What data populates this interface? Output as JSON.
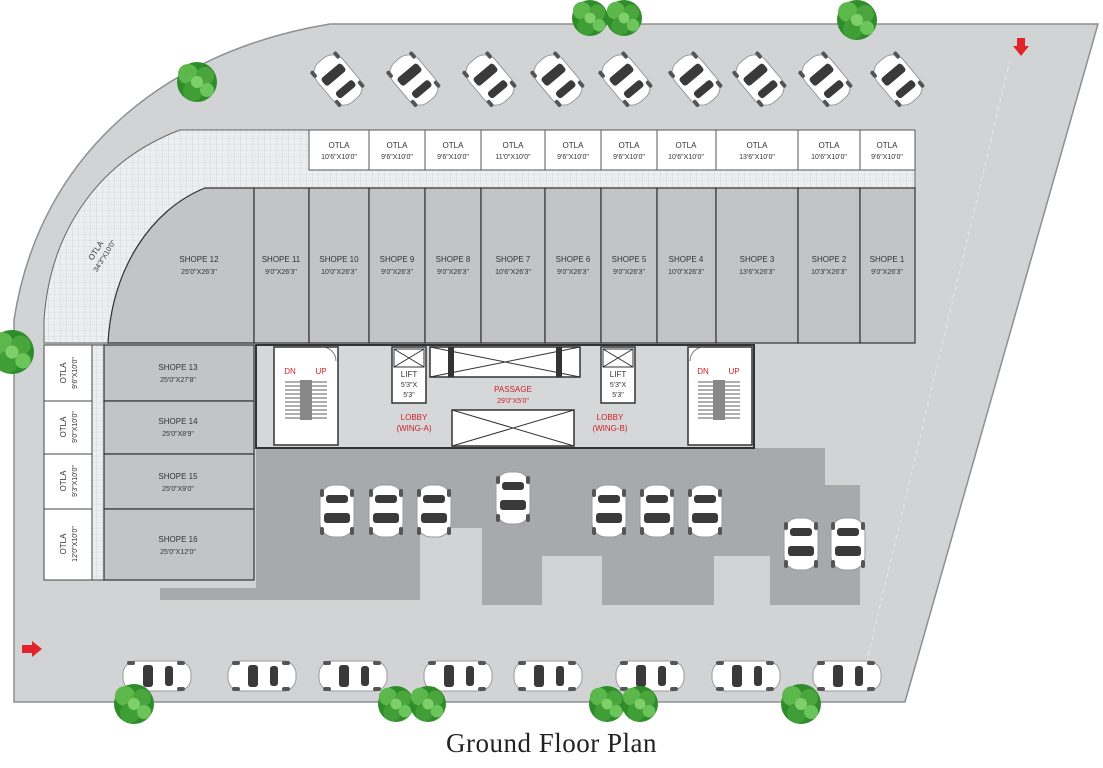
{
  "title": "Ground Floor Plan",
  "colors": {
    "site": "#d2d3d5",
    "building": "#c3c4c6",
    "parking": "#a5a6a9",
    "otla_grid": "#e9ecee",
    "walls": "#2b2b2b",
    "arrow": "#e0242a",
    "tree": "#3d9b35"
  },
  "top_otlas": [
    {
      "label": "OTLA",
      "size": "10'6\"X10'0\""
    },
    {
      "label": "OTLA",
      "size": "9'6\"X10'0\""
    },
    {
      "label": "OTLA",
      "size": "9'6\"X10'0\""
    },
    {
      "label": "OTLA",
      "size": "11'0\"X10'0\""
    },
    {
      "label": "OTLA",
      "size": "9'6\"X10'0\""
    },
    {
      "label": "OTLA",
      "size": "9'6\"X10'0\""
    },
    {
      "label": "OTLA",
      "size": "10'6\"X10'0\""
    },
    {
      "label": "OTLA",
      "size": "13'6\"X10'0\""
    },
    {
      "label": "OTLA",
      "size": "10'6\"X10'0\""
    },
    {
      "label": "OTLA",
      "size": "9'6\"X10'0\""
    }
  ],
  "top_shops": [
    {
      "label": "SHOPE 11",
      "size": "9'0\"X26'3\""
    },
    {
      "label": "SHOPE 10",
      "size": "10'0\"X26'3\""
    },
    {
      "label": "SHOPE 9",
      "size": "9'0\"X26'3\""
    },
    {
      "label": "SHOPE 8",
      "size": "9'0\"X26'3\""
    },
    {
      "label": "SHOPE 7",
      "size": "10'6\"X26'3\""
    },
    {
      "label": "SHOPE 6",
      "size": "9'0\"X26'3\""
    },
    {
      "label": "SHOPE 5",
      "size": "9'0\"X26'3\""
    },
    {
      "label": "SHOPE 4",
      "size": "10'0\"X26'3\""
    },
    {
      "label": "SHOPE 3",
      "size": "13'6\"X26'3\""
    },
    {
      "label": "SHOPE 2",
      "size": "10'3\"X26'3\""
    },
    {
      "label": "SHOPE 1",
      "size": "9'0\"X26'3\""
    }
  ],
  "shop12": {
    "label": "SHOPE 12",
    "size": "25'0\"X26'3\""
  },
  "corner_otla": {
    "label": "OTLA",
    "size": "34'3\"X10'0\""
  },
  "left_shops": [
    {
      "label": "SHOPE 13",
      "size": "25'0\"X27'8\""
    },
    {
      "label": "SHOPE 14",
      "size": "25'0\"X8'9\""
    },
    {
      "label": "SHOPE 15",
      "size": "25'0\"X9'0\""
    },
    {
      "label": "SHOPE 16",
      "size": "25'0\"X12'0\""
    }
  ],
  "left_otlas": [
    {
      "label": "OTLA",
      "size": "9'6\"X10'0\""
    },
    {
      "label": "OTLA",
      "size": "9'0\"X10'0\""
    },
    {
      "label": "OTLA",
      "size": "9'3\"X10'0\""
    },
    {
      "label": "OTLA",
      "size": "12'0\"X10'0\""
    }
  ],
  "core": {
    "lift_a": {
      "label": "LIFT",
      "size_a": "5'3\"X",
      "size_b": "5'3\""
    },
    "lift_b": {
      "label": "LIFT",
      "size_a": "5'3\"X",
      "size_b": "5'3\""
    },
    "passage": {
      "label": "PASSAGE",
      "size": "29'0\"X5'0\""
    },
    "lobby_a": {
      "label": "LOBBY",
      "wing": "(WING-A)"
    },
    "lobby_b": {
      "label": "LOBBY",
      "wing": "(WING-B)"
    },
    "stair_a": {
      "dn": "DN",
      "up": "UP"
    },
    "stair_b": {
      "dn": "DN",
      "up": "UP"
    }
  }
}
